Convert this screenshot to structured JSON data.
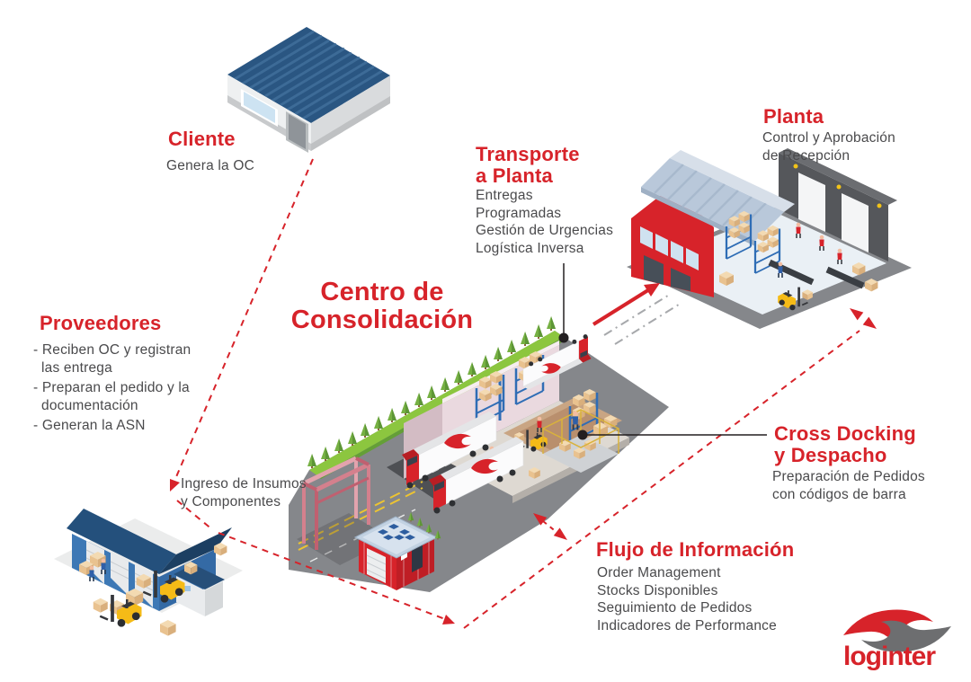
{
  "colors": {
    "accent_red": "#d7232a",
    "text_gray": "#4a4a4c"
  },
  "nodes": {
    "cliente": {
      "title": "Cliente",
      "subtitle": "Genera la OC"
    },
    "proveedores": {
      "title": "Proveedores",
      "items": [
        "- Reciben OC y registran\n  las entrega",
        "- Preparan el pedido y la\n  documentación",
        "- Generan la ASN"
      ]
    },
    "centro": {
      "title": "Centro de\nConsolidación"
    },
    "transporte": {
      "title": "Transporte\na Planta",
      "lines": [
        "Entregas",
        "Programadas",
        "Gestión de Urgencias",
        "Logística Inversa"
      ]
    },
    "planta": {
      "title": "Planta",
      "subtitle": "Control y Aprobación\nde Recepción"
    },
    "cross_docking": {
      "title": "Cross Docking\ny Despacho",
      "subtitle": "Preparación de Pedidos\ncon códigos de barra"
    },
    "flujo": {
      "title": "Flujo de Información",
      "lines": [
        "Order Management",
        "Stocks Disponibles",
        "Seguimiento de Pedidos",
        "Indicadores de Performance"
      ]
    },
    "ingreso": {
      "label": "Ingreso de Insumos\ny Componentes"
    }
  },
  "logo": {
    "text": "loginter"
  }
}
